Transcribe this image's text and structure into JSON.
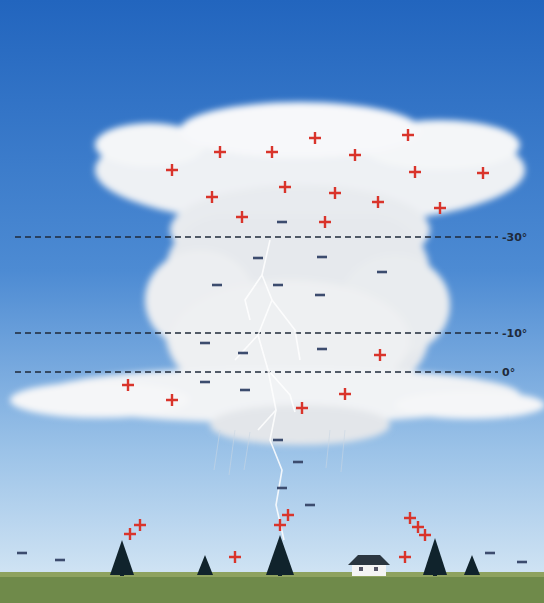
{
  "diagram": {
    "labels": [
      "-30°",
      "-10°",
      "0°"
    ]
  }
}
